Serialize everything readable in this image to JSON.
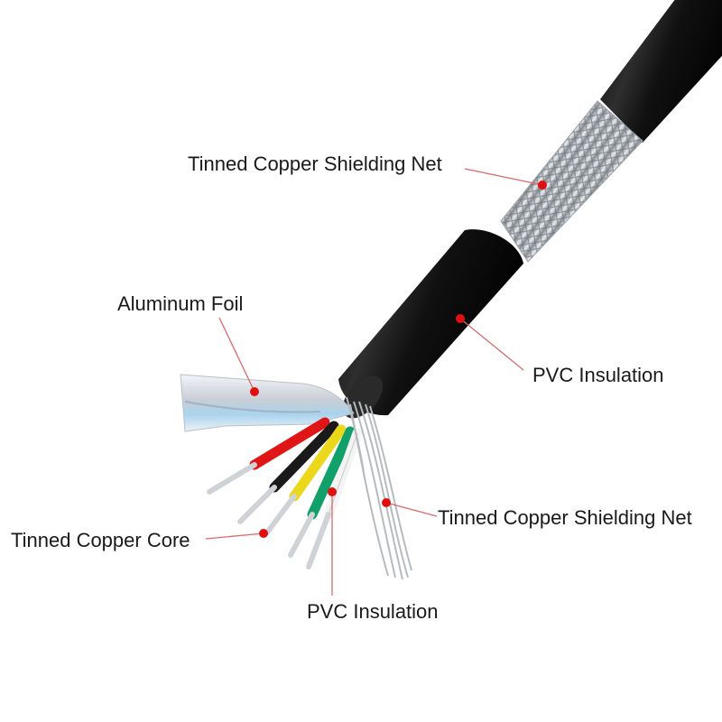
{
  "labels": {
    "shield_top": "Tinned Copper Shielding Net",
    "aluminum_foil": "Aluminum Foil",
    "pvc_outer": "PVC Insulation",
    "shield_bottom": "Tinned Copper Shielding Net",
    "copper_core": "Tinned Copper Core",
    "pvc_inner": "PVC Insulation"
  },
  "colors": {
    "marker": "#e01010",
    "leader": "#d86a6a",
    "jacket": "#141414",
    "braid": "#c9cdd2",
    "foil": "#dfe6ee",
    "wire_red": "#e01515",
    "wire_black": "#1a1a1a",
    "wire_yellow": "#ecd81a",
    "wire_green": "#12a06a",
    "wire_white": "#f4f4f4",
    "copper": "#cfd3d7"
  }
}
